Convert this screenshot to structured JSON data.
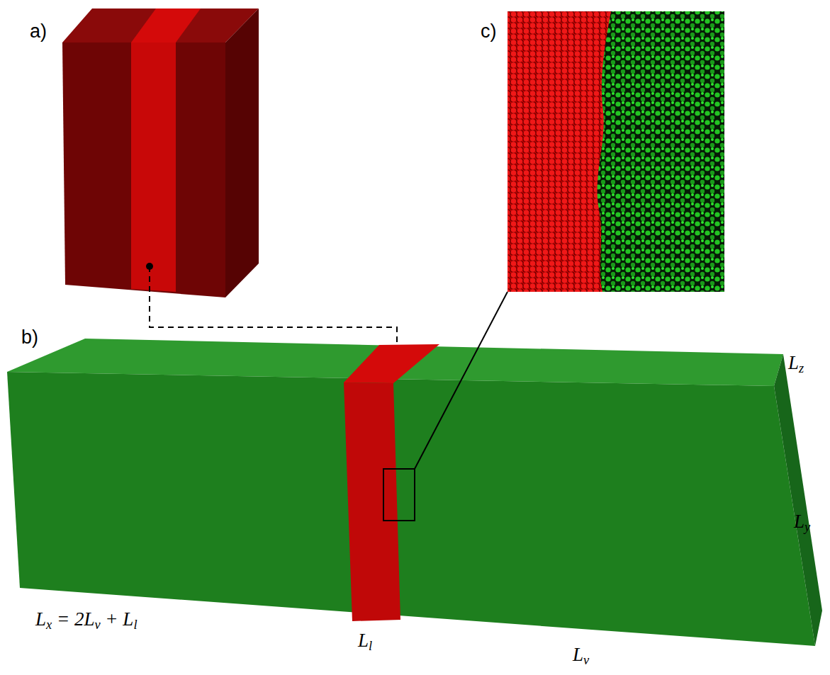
{
  "diagram": {
    "labels": [
      "a)",
      "c)",
      "b)",
      "Lz",
      "Ly",
      "Lx = 2Lv + Ll",
      "Ll",
      "Lv"
    ]
  }
}
